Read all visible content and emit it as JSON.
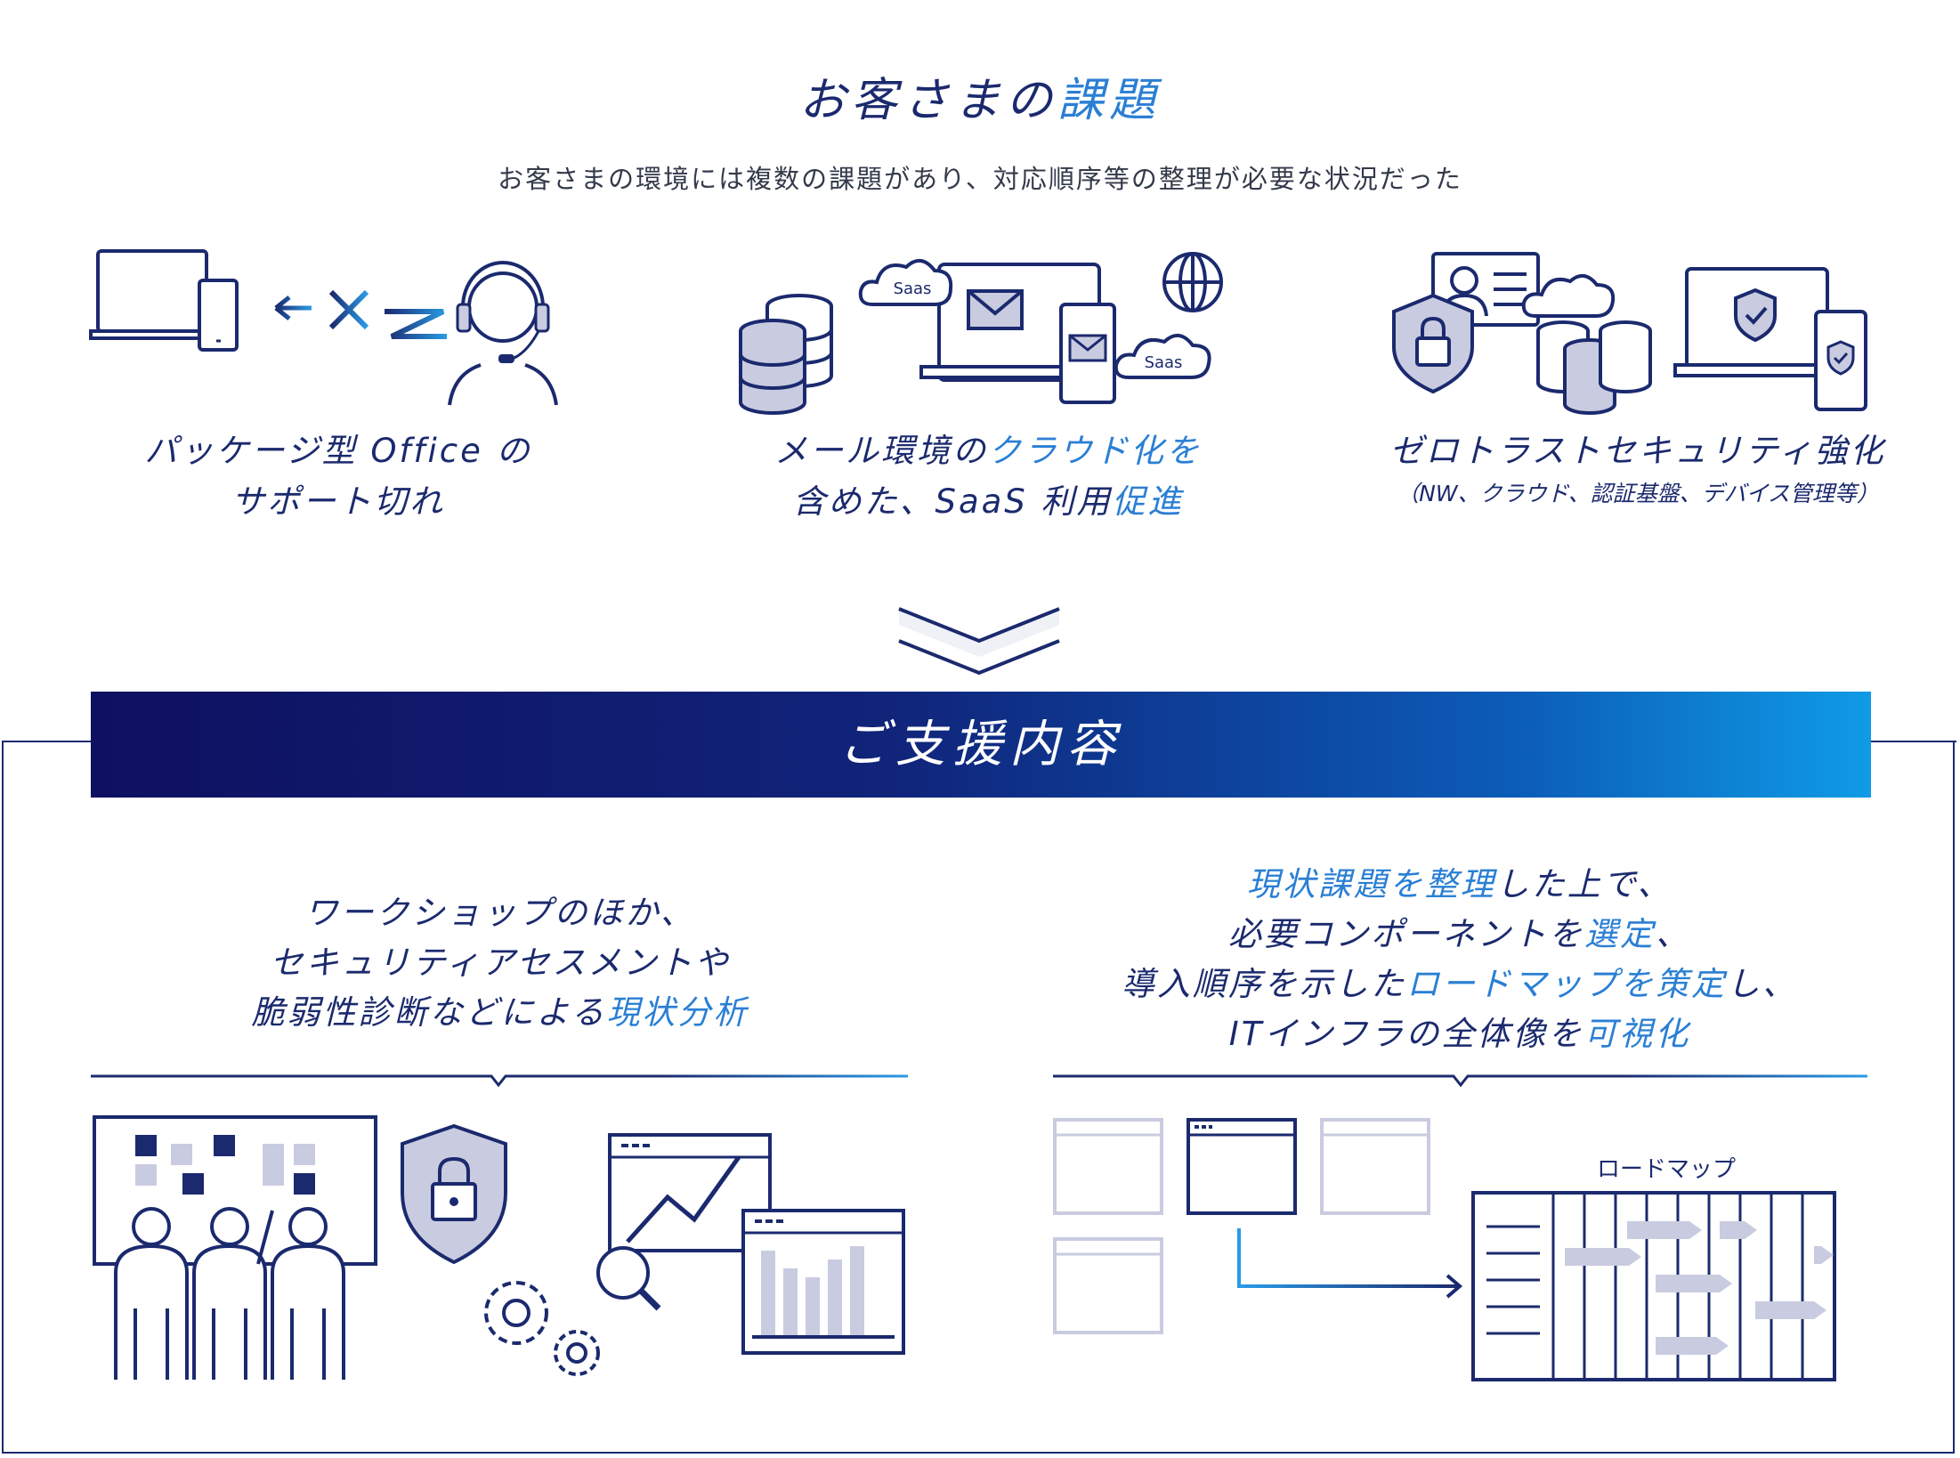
{
  "header": {
    "title_main": "お客さまの",
    "title_accent": "課題",
    "subtitle": "お客さまの環境には複数の課題があり、対応順序等の整理が必要な状況だった"
  },
  "issues": [
    {
      "line1": "パッケージ型 Office の",
      "line2": "サポート切れ",
      "icon": "laptop-support-icon"
    },
    {
      "line1_a": "メール環境の",
      "line1_b": "クラウド化を",
      "line2_a": "含めた、SaaS 利用",
      "line2_b": "促進",
      "icon": "cloud-mail-icon",
      "saas_label": "Saas"
    },
    {
      "line1": "ゼロトラストセキュリティ強化",
      "line2": "（NW、クラウド、認証基盤、デバイス管理等）",
      "icon": "zero-trust-icon"
    }
  ],
  "support": {
    "banner": "ご支援内容",
    "left": {
      "line1": "ワークショップのほか、",
      "line2": "セキュリティアセスメントや",
      "line3_a": "脆弱性診断などによる",
      "line3_b": "現状分析"
    },
    "right": {
      "line1_a": "現状課題を整理",
      "line1_b": "した上で、",
      "line2_a": "必要コンポーネントを",
      "line2_b": "選定",
      "line2_c": "、",
      "line3_a": "導入順序を示した",
      "line3_b": "ロードマップを策定",
      "line3_c": "し、",
      "line4_a": "ITインフラの全体像を",
      "line4_b": "可視化",
      "roadmap_label": "ロードマップ"
    }
  },
  "colors": {
    "navy": "#1b2a6e",
    "accent": "#2a7fd4",
    "light": "#c9cbe0"
  }
}
